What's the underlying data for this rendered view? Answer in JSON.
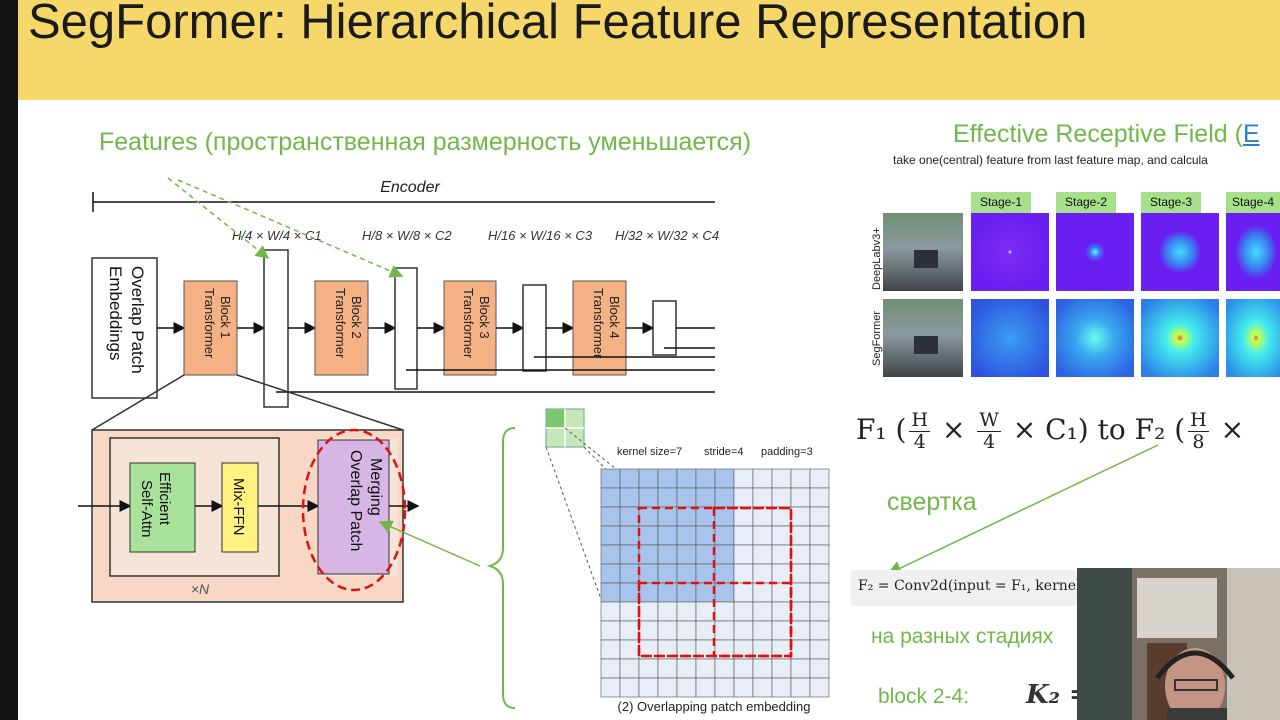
{
  "slide": {
    "title": "SegFormer: Hierarchical Feature Representation",
    "features_label": "Features (пространственная размерность уменьшается)",
    "erf_title": "Effective Receptive Field (",
    "erf_title_link": "E",
    "erf_subtitle": "take one(central) feature from last feature map, and calcula",
    "svertka": "свертка",
    "conv_formula": "F₂ = Conv2d(input = F₁, kernel_s",
    "stages_ru": "на разных стадиях",
    "block_label": "block 2-4:",
    "k2": "K₂ ="
  },
  "formula": {
    "f1": "F₁ (",
    "h": "H",
    "four": "4",
    "w": "W",
    "times": "×",
    "c1": "× C₁) to",
    "f2": "F₂ (",
    "eight": "8",
    "tail": "×"
  },
  "diagram": {
    "encoder": "Encoder",
    "overlap_patch_embeddings": [
      "Overlap Patch",
      "Embeddings"
    ],
    "blocks": [
      [
        "Transformer",
        "Block 1"
      ],
      [
        "Transformer",
        "Block 2"
      ],
      [
        "Transformer",
        "Block 3"
      ],
      [
        "Transformer",
        "Block 4"
      ]
    ],
    "dims": [
      "H/4 × W/4 × C1",
      "H/8 × W/8 × C2",
      "H/16 × W/16 × C3",
      "H/32 × W/32 × C4"
    ],
    "efficient_self_attn": [
      "Efficient",
      "Self-Attn"
    ],
    "mix_ffn": "Mix-FFN",
    "overlap_patch_merging": [
      "Overlap Patch",
      "Merging"
    ],
    "times_n": "×N",
    "kernel_info": [
      "kernel size=7",
      "stride=4",
      "padding=3"
    ],
    "grid_caption": "(2) Overlapping patch embedding"
  },
  "erf": {
    "stages": [
      "Stage-1",
      "Stage-2",
      "Stage-3",
      "Stage-4"
    ],
    "rows": [
      "DeepLabv3+",
      "SegFormer"
    ]
  },
  "colors": {
    "header": "#f6d86a",
    "green_text": "#72b74a",
    "block": "#f4b183",
    "attn_box": "#a9e29b",
    "ffn_box": "#fff281",
    "merge_box": "#d7b6e6",
    "grid_fill": "#a9c4ec"
  }
}
